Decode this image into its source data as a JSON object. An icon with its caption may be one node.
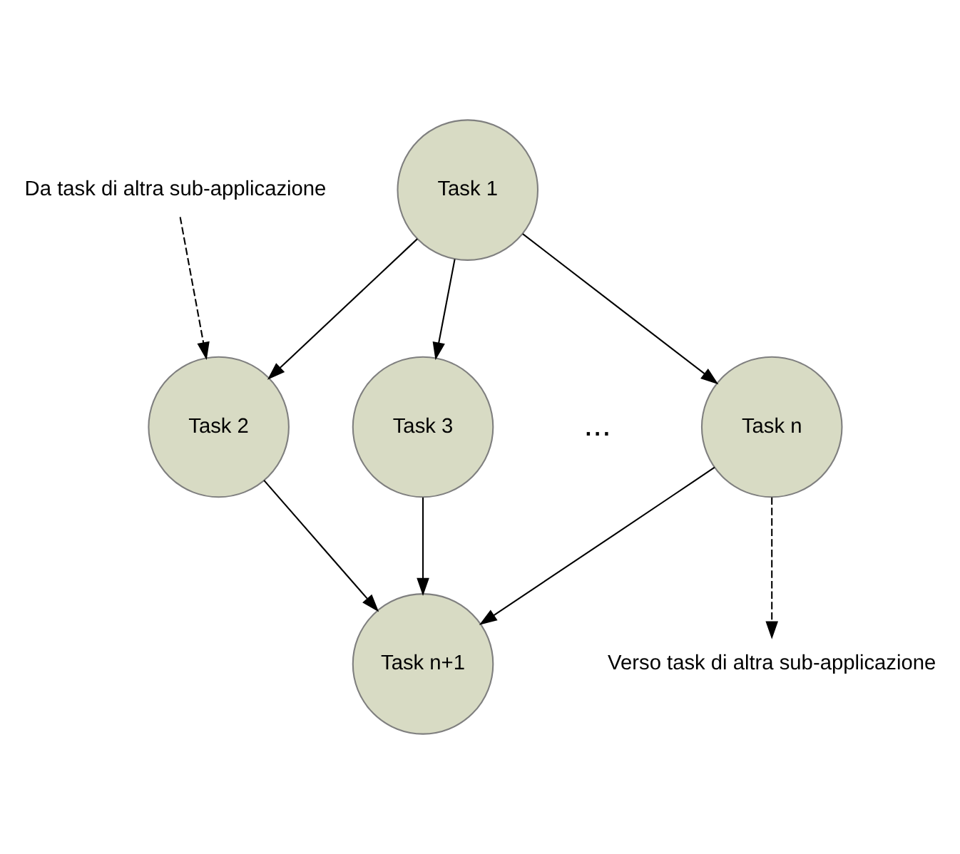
{
  "diagram": {
    "nodes": [
      {
        "text": [
          "Task 1"
        ]
      },
      {
        "text": [
          "Task 2"
        ]
      },
      {
        "text": [
          "Task 3"
        ]
      },
      {
        "text": [
          "Task n"
        ]
      },
      {
        "text": [
          "Task n+1"
        ]
      },
      {
        "text": [
          "Da task di altra sub-applicazione"
        ]
      },
      {
        "text": [
          "Verso task di altra sub-applicazione"
        ]
      }
    ],
    "edges": [
      {
        "from": 0,
        "to": 1,
        "arrow": "to"
      },
      {
        "from": 0,
        "to": 2,
        "arrow": "to"
      },
      {
        "from": 0,
        "to": 3,
        "arrow": "to"
      },
      {
        "from": 1,
        "to": 4,
        "arrow": "to"
      },
      {
        "from": 2,
        "to": 4,
        "arrow": "to"
      },
      {
        "from": 3,
        "to": 4,
        "arrow": "to"
      },
      {
        "from": 5,
        "to": 1,
        "arrow": "to",
        "style": "dashed"
      },
      {
        "from": 3,
        "to": 6,
        "arrow": "to",
        "style": "dashed"
      }
    ],
    "labels": [
      "..."
    ]
  }
}
